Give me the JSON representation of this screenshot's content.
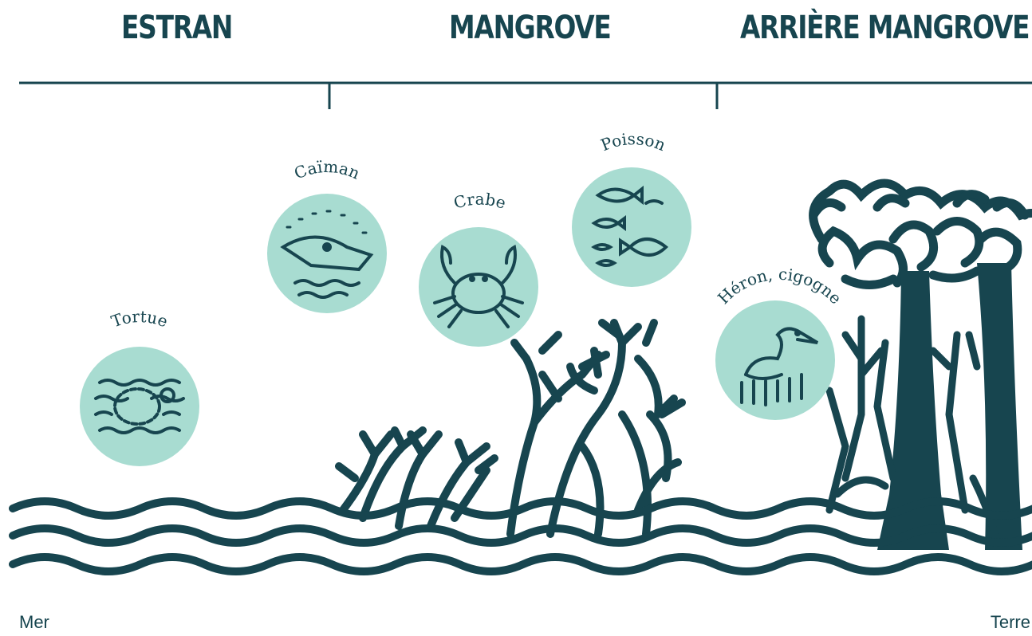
{
  "zones": [
    {
      "label": "ESTRAN"
    },
    {
      "label": "MANGROVE"
    },
    {
      "label": "ARRIÈRE MANGROVE"
    }
  ],
  "animals": [
    {
      "label": "Tortue",
      "icon": "turtle-icon"
    },
    {
      "label": "Caïman",
      "icon": "caiman-icon"
    },
    {
      "label": "Crabe",
      "icon": "crab-icon"
    },
    {
      "label": "Poisson",
      "icon": "fish-icon"
    },
    {
      "label": "Héron, cigogne",
      "icon": "heron-icon"
    }
  ],
  "axis": {
    "left": "Mer",
    "right": "Terre"
  },
  "colors": {
    "ink": "#17454f",
    "circle": "#a8dcd1",
    "background": "#ffffff"
  }
}
